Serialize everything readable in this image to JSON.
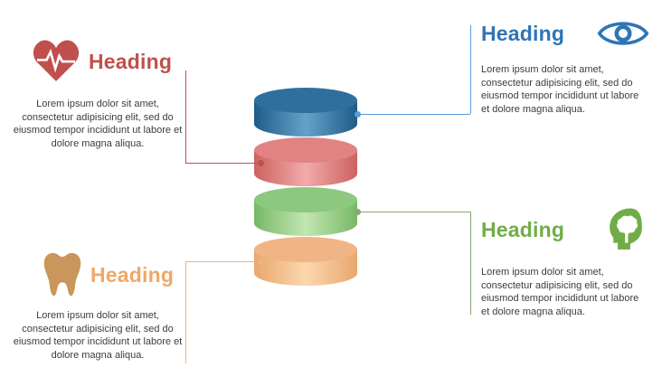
{
  "canvas": {
    "background": "#ffffff"
  },
  "center_graphic": {
    "type": "stacked-cylinders",
    "segments": [
      {
        "name": "blue",
        "top_color": "#2f6f9d",
        "body_dark": "#1f5c88",
        "body_light": "#66a1c9"
      },
      {
        "name": "red",
        "top_color": "#e18382",
        "body_dark": "#cd615f",
        "body_light": "#f1abaa"
      },
      {
        "name": "green",
        "top_color": "#8cc87e",
        "body_dark": "#77b866",
        "body_light": "#c2e6b2"
      },
      {
        "name": "orange",
        "top_color": "#f0b485",
        "body_dark": "#e9a76d",
        "body_light": "#fbd7af"
      }
    ]
  },
  "callouts": [
    {
      "position": "top-left",
      "heading": "Heading",
      "accent": "#c0504d",
      "icon_color": "#c0504d",
      "icon": "heart-pulse-icon",
      "body": "Lorem ipsum dolor sit amet, consectetur adipisicing elit, sed do eiusmod tempor incididunt ut labore et dolore magna aliqua."
    },
    {
      "position": "top-right",
      "heading": "Heading",
      "accent": "#2e75b6",
      "icon_color": "#2e75b6",
      "icon": "eye-icon",
      "body": "Lorem ipsum dolor sit amet, consectetur adipisicing elit, sed do eiusmod tempor incididunt ut labore et dolore magna aliqua."
    },
    {
      "position": "bottom-right",
      "heading": "Heading",
      "accent": "#70ad47",
      "icon_color": "#70ad47",
      "icon": "head-brain-icon",
      "body": "Lorem ipsum dolor sit amet, consectetur adipisicing elit, sed do eiusmod tempor incididunt ut labore et dolore magna aliqua."
    },
    {
      "position": "bottom-left",
      "heading": "Heading",
      "accent": "#f0a865",
      "icon_color": "#c9965c",
      "icon": "tooth-icon",
      "body": "Lorem ipsum dolor sit amet, consectetur adipisicing elit, sed do eiusmod tempor incididunt ut labore et dolore magna aliqua."
    }
  ],
  "connectors": [
    {
      "for": "top-left",
      "color": "#c0504d"
    },
    {
      "for": "top-right",
      "color": "#5b9bd5"
    },
    {
      "for": "bottom-right",
      "color": "#86a878"
    },
    {
      "for": "bottom-left",
      "color": "#eeb181"
    }
  ]
}
